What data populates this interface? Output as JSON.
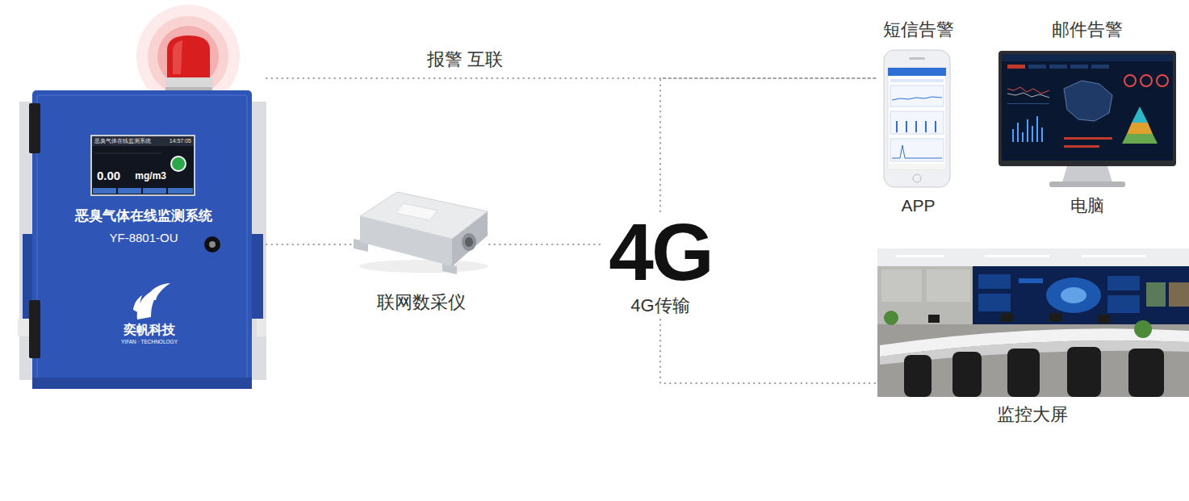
{
  "diagram": {
    "nodes": [
      {
        "text": [
          "恶臭气体在线监测系统",
          "YF-8801-OU"
        ]
      },
      {
        "text": [
          "恶臭气体在线监测系统",
          "14:57:05",
          "0.00",
          "mg/m3"
        ],
        "in": 0
      },
      {
        "text": [
          "联网数采仪"
        ]
      },
      {
        "text": [
          "4G",
          "4G传输"
        ]
      },
      {
        "text": [
          "短信告警",
          "APP"
        ]
      },
      {
        "text": [
          "邮件告警",
          "电脑"
        ]
      },
      {
        "text": [
          "监控大屏"
        ]
      }
    ],
    "edges": [
      {
        "from": 0,
        "to": 2,
        "arrow": "none"
      },
      {
        "from": 2,
        "to": 3,
        "arrow": "none"
      },
      {
        "from": 0,
        "to": 4,
        "label": "报警 互联",
        "arrow": "none"
      },
      {
        "from": 3,
        "to": 4,
        "arrow": "none"
      },
      {
        "from": 3,
        "to": 6,
        "arrow": "none"
      }
    ],
    "labels": [
      "奕帆科技",
      "YIFAN · TECHNOLOGY"
    ]
  }
}
